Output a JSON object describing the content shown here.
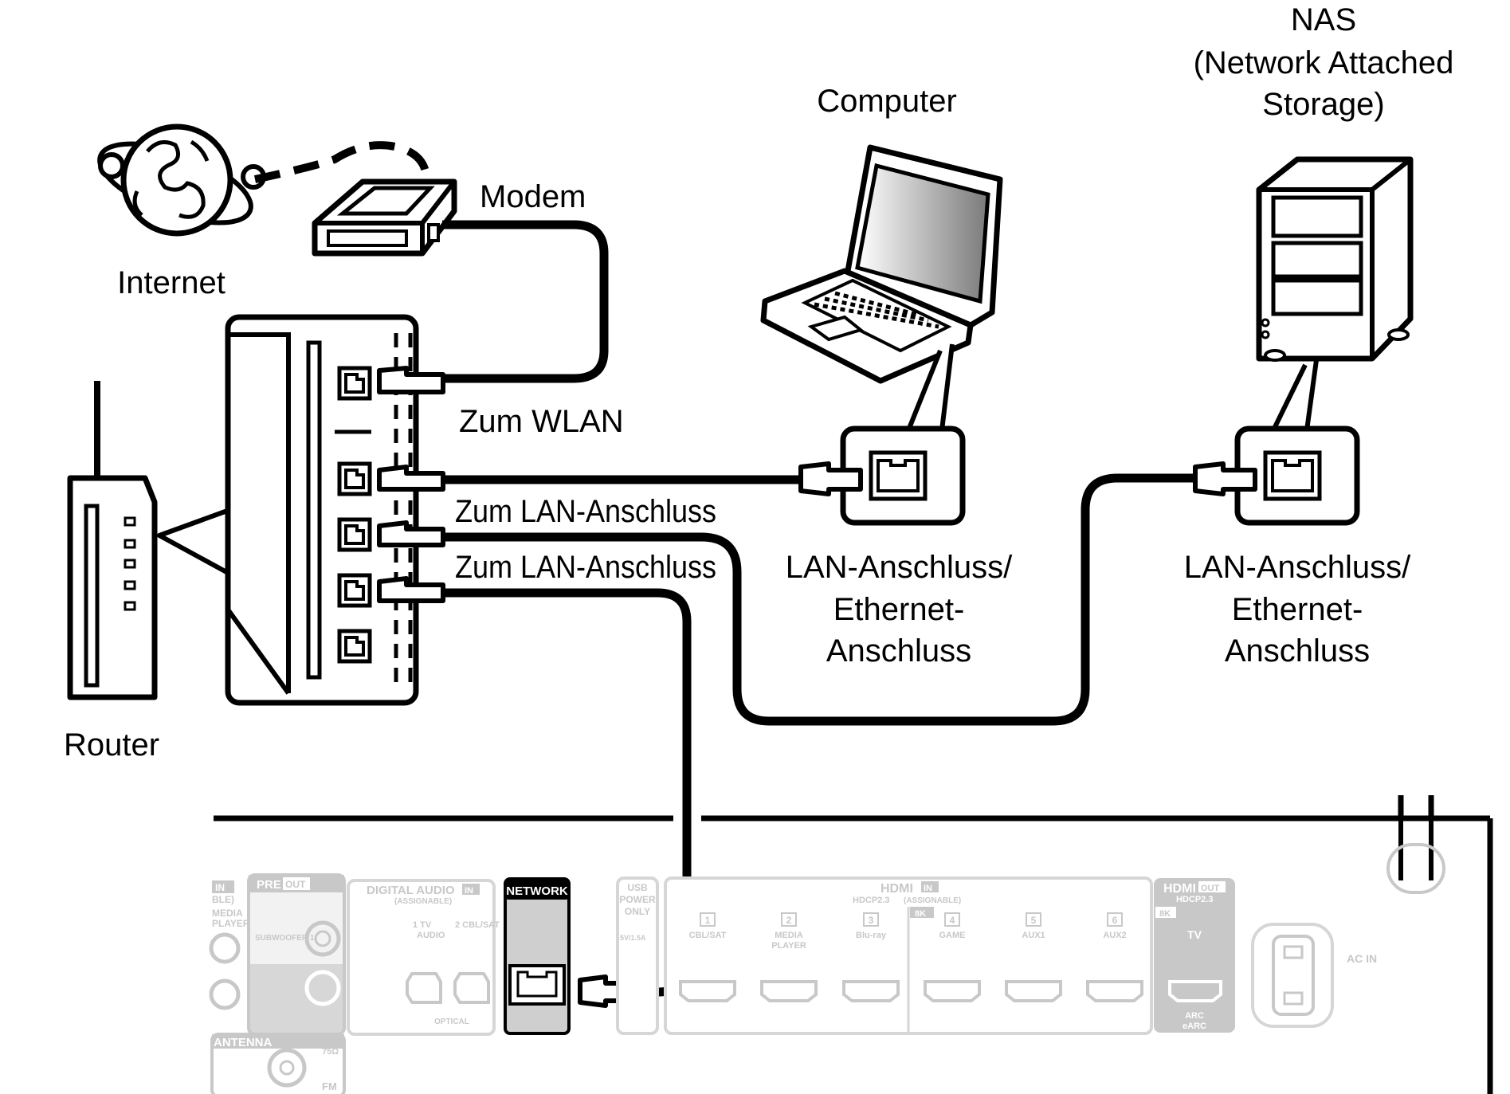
{
  "labels": {
    "nas_line1": "NAS",
    "nas_line2": "(Network Attached",
    "nas_line3": "Storage)",
    "computer": "Computer",
    "modem": "Modem",
    "internet": "Internet",
    "router": "Router",
    "zum_wlan": "Zum WLAN",
    "zum_lan_1": "Zum LAN-Anschluss",
    "zum_lan_2": "Zum LAN-Anschluss",
    "pc_port_l1": "LAN-Anschluss/",
    "pc_port_l2": "Ethernet-",
    "pc_port_l3": "Anschluss",
    "nas_port_l1": "LAN-Anschluss/",
    "nas_port_l2": "Ethernet-",
    "nas_port_l3": "Anschluss"
  },
  "receiver_panel": {
    "in_badge": "IN",
    "ble": "BLE)",
    "media_player_1": "MEDIA",
    "media_player_2": "PLAYER",
    "pre_out": "PRE",
    "pre_out_badge": "OUT",
    "subwoofer": "SUBWOOFER 1",
    "digital_audio": "DIGITAL AUDIO",
    "digital_audio_badge": "IN",
    "assignable": "(ASSIGNABLE)",
    "tv_audio_1": "1   TV",
    "tv_audio_2": "AUDIO",
    "cbl_sat": "2 CBL/SAT",
    "optical": "OPTICAL",
    "network": "NETWORK",
    "usb_1": "USB",
    "usb_2": "POWER",
    "usb_3": "ONLY",
    "usb_4": "5V/1.5A",
    "hdmi_in": "HDMI",
    "hdmi_in_badge": "IN",
    "hdcp_in": "HDCP2.3",
    "hdcp_in_assignable": "(ASSIGNABLE)",
    "eight_k": "8K",
    "inputs": [
      {
        "num": "1",
        "name": "CBL/SAT"
      },
      {
        "num": "2",
        "name": "MEDIA"
      },
      {
        "num": "3",
        "name": "Blu-ray"
      },
      {
        "num": "4",
        "name": "GAME"
      },
      {
        "num": "5",
        "name": "AUX1"
      },
      {
        "num": "6",
        "name": "AUX2"
      }
    ],
    "media_player_name2": "PLAYER",
    "hdmi_out": "HDMI",
    "hdmi_out_badge": "OUT",
    "hdcp_out": "HDCP2.3",
    "eight_k_out": "8K",
    "tv": "TV",
    "arc": "ARC",
    "earc": "eARC",
    "ac_in": "AC IN",
    "antenna": "ANTENNA",
    "ohm": "75Ω",
    "fm": "FM"
  }
}
